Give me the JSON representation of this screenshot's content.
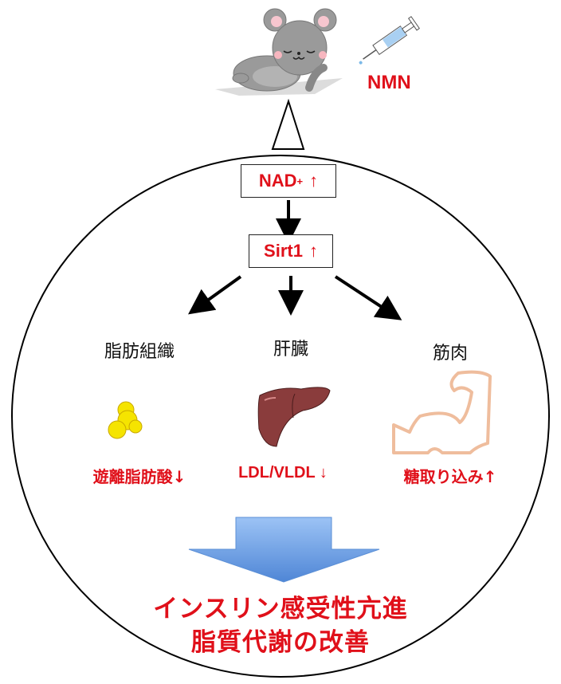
{
  "header": {
    "treatment_label": "NMN",
    "subject_icon": "sleeping-mouse-icon",
    "injection_icon": "syringe-icon"
  },
  "pathway": {
    "step1": {
      "label": "NAD",
      "superscript": "+",
      "arrow": "↑"
    },
    "step2": {
      "label": "Sirt1",
      "arrow": "↑"
    }
  },
  "organs": [
    {
      "name": "脂肪組織",
      "icon": "fat-cells-icon",
      "effect": "遊離脂肪酸↓"
    },
    {
      "name": "肝臓",
      "icon": "liver-icon",
      "effect": "LDL/VLDL ↓"
    },
    {
      "name": "筋肉",
      "icon": "flexed-arm-icon",
      "effect": "糖取り込み↑"
    }
  ],
  "outcome": {
    "line1": "インスリン感受性亢進",
    "line2": "脂質代謝の改善"
  },
  "colors": {
    "accent_red": "#e0101a",
    "arrow_blue": "#6fa2e0",
    "fat_yellow": "#f5e400",
    "liver_brown": "#8a3c3c",
    "muscle_outline": "#efbd9d"
  }
}
